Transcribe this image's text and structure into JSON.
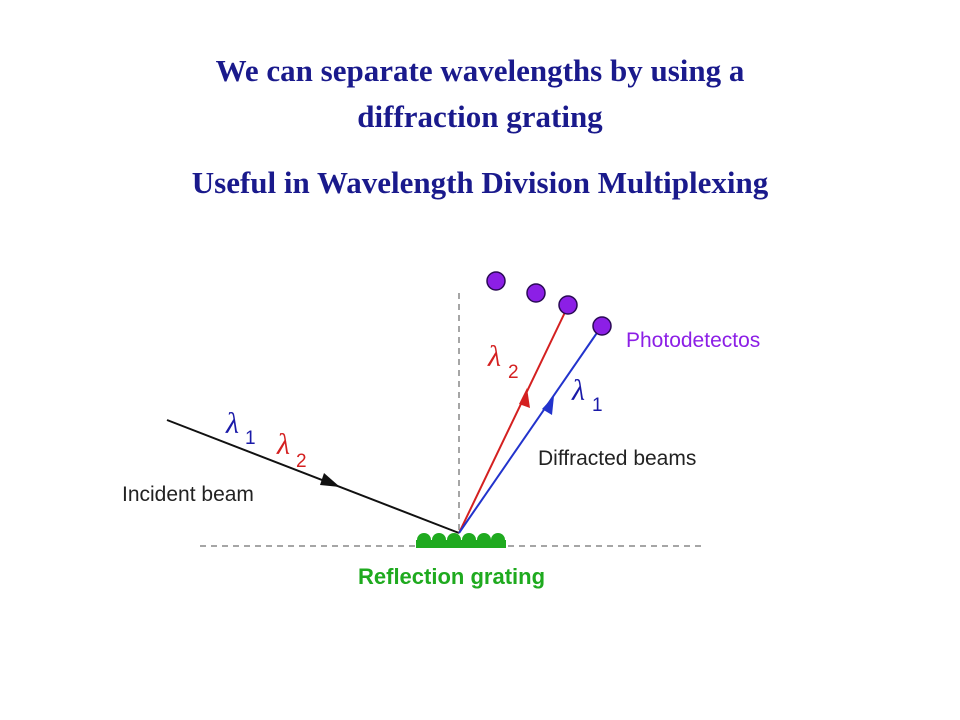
{
  "slide": {
    "title_line1": "We can separate wavelengths by using a",
    "title_line2": "diffraction grating",
    "subtitle": "Useful in Wavelength Division Multiplexing"
  },
  "diagram": {
    "photodetectors_label": "Photodetectos",
    "diffracted_label": "Diffracted beams",
    "incident_label": "Incident beam",
    "grating_label": "Reflection grating",
    "lambda_symbol": "λ",
    "incident_lambda1_sub": "1",
    "incident_lambda2_sub": "2",
    "red_beam_lambda_sub": "2",
    "blue_beam_lambda_sub": "1",
    "colors": {
      "title": "#1a1a8c",
      "photodetector": "#8c1fe6",
      "red_beam": "#d42020",
      "blue_beam": "#2233cc",
      "grating": "#1faa1f",
      "incident": "#111111",
      "label": "#222222"
    }
  }
}
